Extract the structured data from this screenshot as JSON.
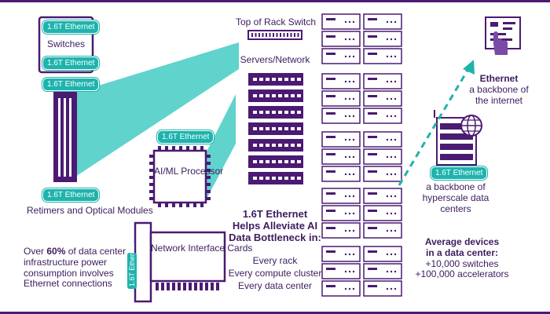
{
  "labels": {
    "ethernet": "1.6T Ethernet",
    "switches": "Switches",
    "retimers": "Retimers and Optical Modules",
    "processor": "AI/ML Processor",
    "nic": "Network Interface Cards",
    "tor": "Top of Rack Switch",
    "servers": "Servers/Network"
  },
  "power": {
    "prefix": "Over ",
    "percent": "60%",
    "suffix": " of data center",
    "line2": "infrastructure power",
    "line3": "consumption involves",
    "line4": "Ethernet connections"
  },
  "bottleneck": {
    "line1": "1.6T Ethernet",
    "line2": "Helps Alleviate AI",
    "line3": "Data Bottleneck in:",
    "items": [
      "Every rack",
      "Every compute cluster",
      "Every data center"
    ]
  },
  "internet": {
    "heading": "Ethernet",
    "line1": "a backbone of",
    "line2": "the internet"
  },
  "hyperscale": {
    "line1": "a backbone of",
    "line2": "hyperscale data",
    "line3": "centers"
  },
  "average": {
    "line1": "Average devices",
    "line2": "in a data center:",
    "switches": "+10,000 switches",
    "accelerators": "+100,000 accelerators"
  },
  "colors": {
    "purple": "#4b1a73",
    "teal": "#1fb3ad",
    "light_teal": "#5fd3cc"
  }
}
